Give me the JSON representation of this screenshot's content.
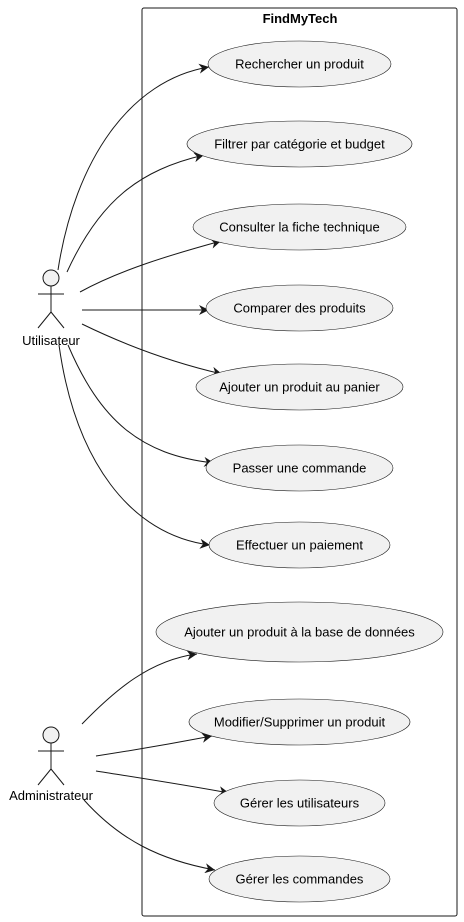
{
  "system": {
    "title": "FindMyTech"
  },
  "actors": {
    "user": {
      "label": "Utilisateur"
    },
    "admin": {
      "label": "Administrateur"
    }
  },
  "use_cases": {
    "search": "Rechercher un produit",
    "filter": "Filtrer par catégorie et budget",
    "spec_sheet": "Consulter la fiche technique",
    "compare": "Comparer des produits",
    "add_to_cart": "Ajouter un produit au panier",
    "place_order": "Passer une commande",
    "pay": "Effectuer un paiement",
    "add_product_db": "Ajouter un produit à la base de données",
    "edit_delete_product": "Modifier/Supprimer un produit",
    "manage_users": "Gérer les utilisateurs",
    "manage_orders": "Gérer les commandes"
  },
  "colors": {
    "ellipse_fill": "#f1f1f1",
    "line": "#181818",
    "background": "#ffffff"
  }
}
